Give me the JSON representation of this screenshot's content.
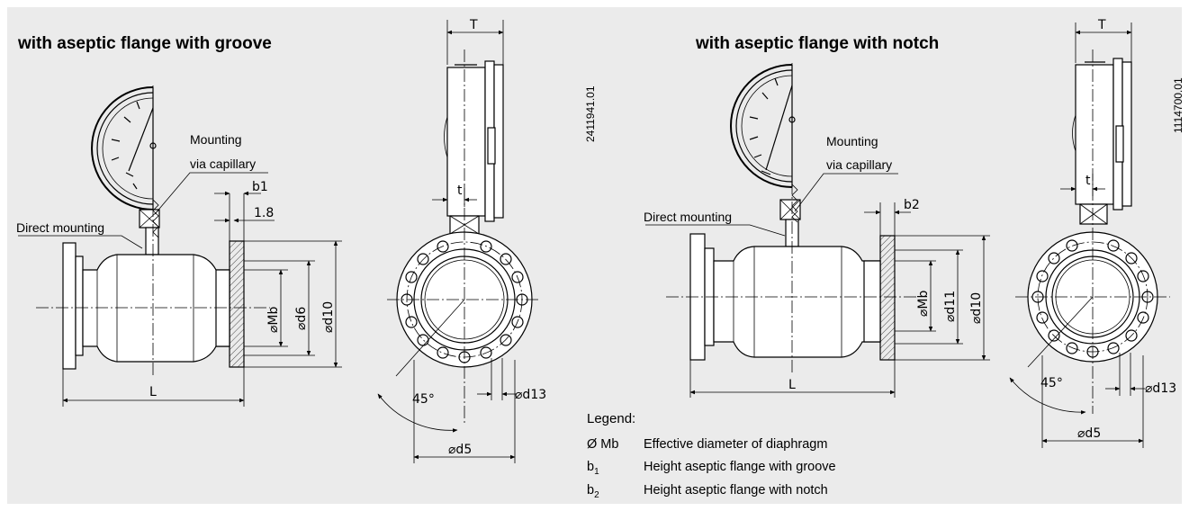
{
  "left_view": {
    "heading": "with aseptic flange with groove",
    "callout_mounting_line1": "Mounting",
    "callout_mounting_line2": "via capillary",
    "callout_direct": "Direct mounting",
    "dim_b1": "b1",
    "dim_1_8": "1.8",
    "dim_Mb": "⌀Mb",
    "dim_d6": "⌀d6",
    "dim_d10": "⌀d10",
    "dim_L": "L"
  },
  "left_front": {
    "dim_T": "T",
    "dim_t": "t",
    "dim_45": "45°",
    "dim_d13": "⌀d13",
    "dim_d5": "⌀d5",
    "drawing_code": "2411941.01"
  },
  "right_view": {
    "heading": "with aseptic flange with notch",
    "callout_mounting_line1": "Mounting",
    "callout_mounting_line2": "via capillary",
    "callout_direct": "Direct mounting",
    "dim_b2": "b2",
    "dim_Mb": "⌀Mb",
    "dim_d11": "⌀d11",
    "dim_d10": "⌀d10",
    "dim_L": "L"
  },
  "right_front": {
    "dim_T": "T",
    "dim_t": "t",
    "dim_45": "45°",
    "dim_d13": "⌀d13",
    "dim_d5": "⌀d5",
    "drawing_code": "1114700.01"
  },
  "legend": {
    "title": "Legend:",
    "rows": [
      {
        "symbol": "Ø  Mb",
        "text": "Effective diameter of diaphragm"
      },
      {
        "symbol": "b",
        "sub": "1",
        "text": "Height aseptic flange with groove"
      },
      {
        "symbol": "b",
        "sub": "2",
        "text": "Height aseptic flange with notch"
      }
    ]
  }
}
